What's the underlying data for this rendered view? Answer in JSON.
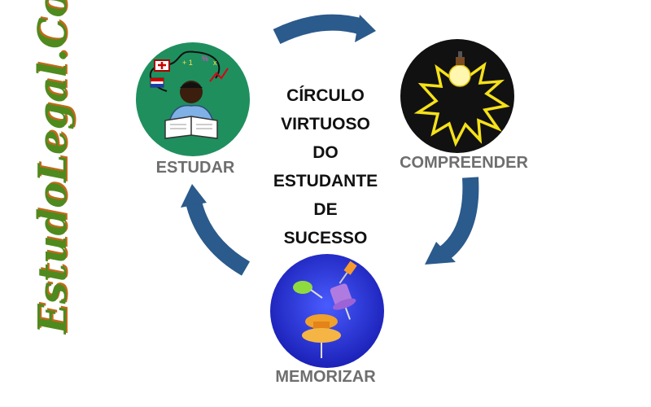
{
  "watermark": "EstudoLegal.Com",
  "center_title": [
    "CÍRCULO",
    "VIRTUOSO",
    "DO",
    "ESTUDANTE",
    "DE",
    "SUCESSO"
  ],
  "nodes": {
    "estudar": {
      "label": "ESTUDAR",
      "color": "#1f8f5e"
    },
    "compreender": {
      "label": "COMPREENDER",
      "color": "#111111"
    },
    "memorizar": {
      "label": "MEMORIZAR",
      "color": "#2a31d8"
    }
  },
  "colors": {
    "arrow": "#2b5a8c",
    "label": "#6e6e6e"
  }
}
